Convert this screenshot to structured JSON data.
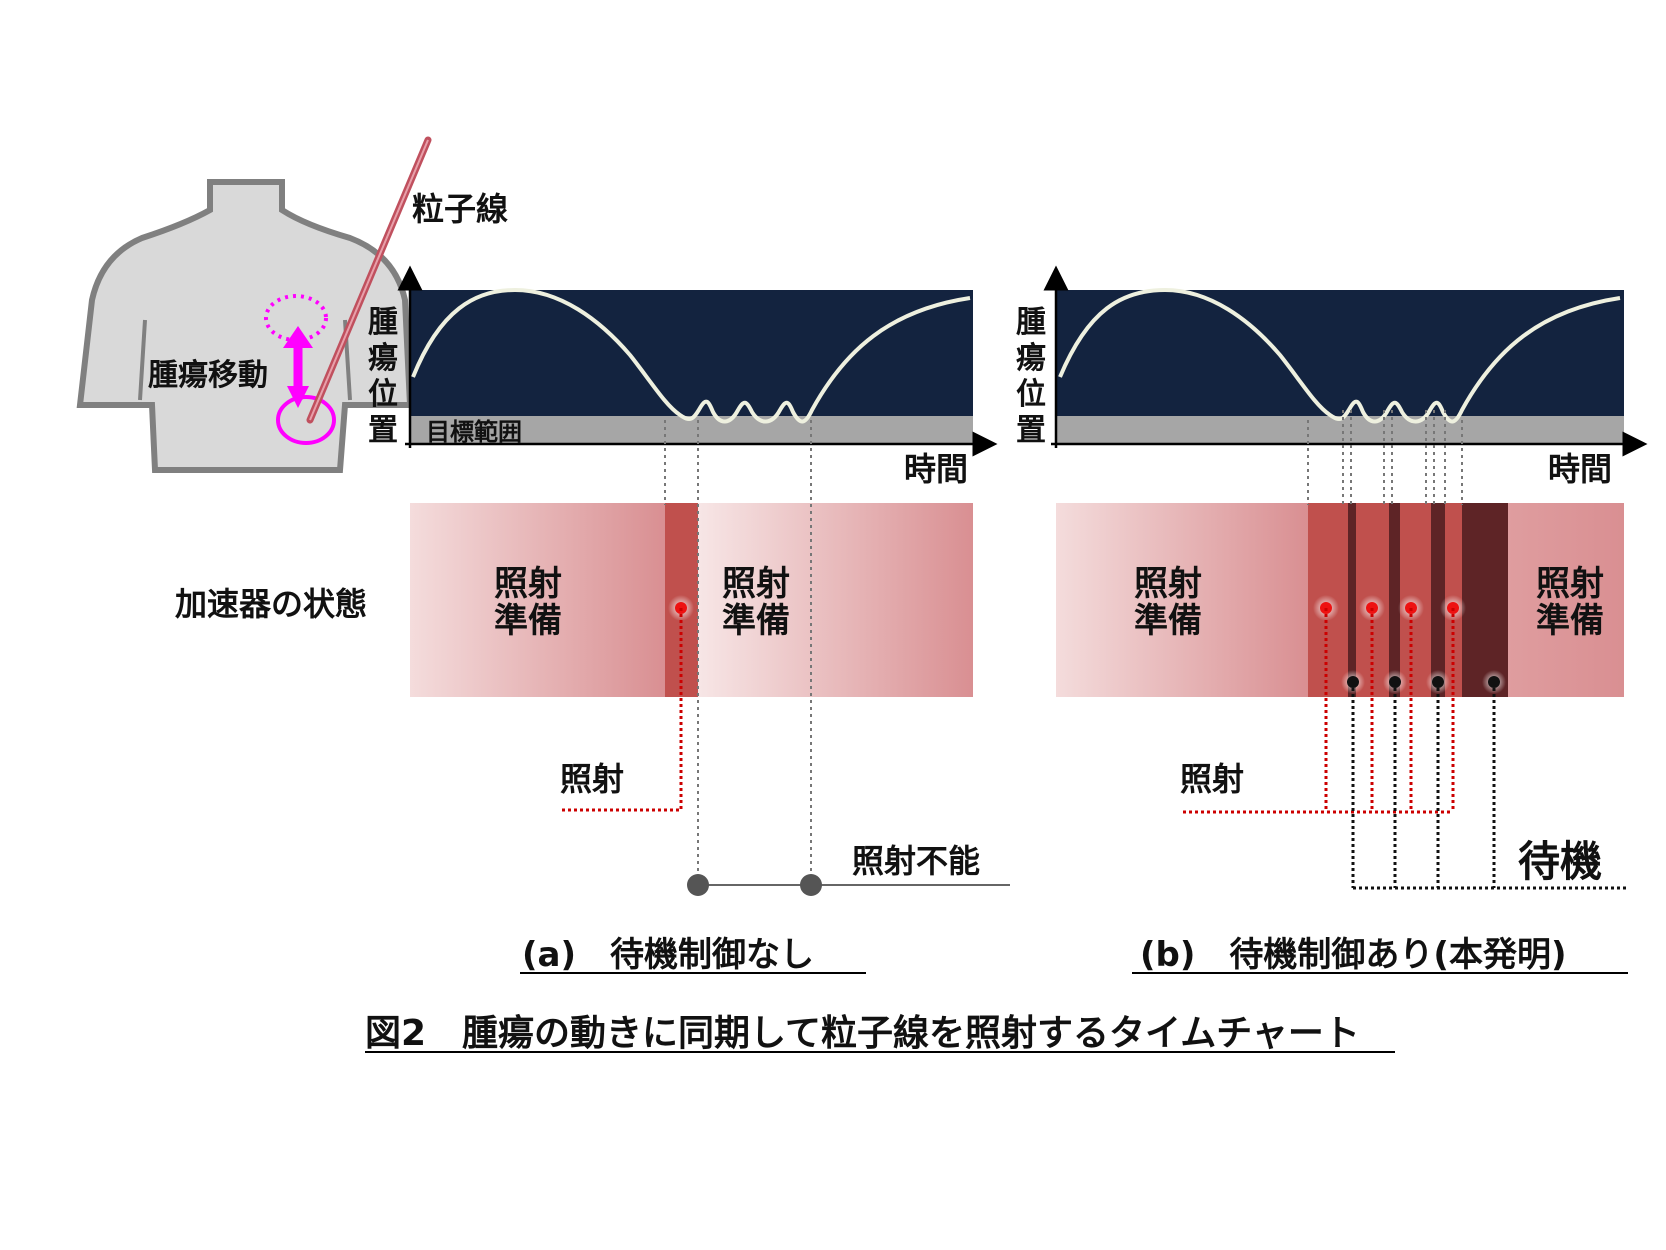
{
  "body_labels": {
    "beam": "粒子線",
    "tumor_motion": "腫瘍移動"
  },
  "panel_labels": {
    "y_axis": [
      "腫",
      "瘍",
      "位",
      "置"
    ],
    "x_axis": "時間",
    "target_range": "目標範囲",
    "accelerator_state": "加速器の状態",
    "prep": [
      "照射",
      "準備"
    ],
    "irradiation": "照射",
    "not_possible": "照射不能",
    "standby": "待機"
  },
  "captions": {
    "a": "(a)　待機制御なし",
    "b": "(b)　待機制御あり(本発明)",
    "figure": "図2　腫瘍の動きに同期して粒子線を照射するタイムチャート"
  },
  "colors": {
    "plot_bg": "#13233f",
    "target_band": "#a6a6a6",
    "curve": "#eef0df",
    "prep_light": "#f4dcdc",
    "prep_dark": "#d98f92",
    "irradiation_band": "#c0504d",
    "standby_band": "#5e2426",
    "body": "#d9d9d9",
    "body_outline": "#808080",
    "tumor": "#ff00ff",
    "beam": "#c0505e",
    "irradiation_line": "#cc0000"
  }
}
